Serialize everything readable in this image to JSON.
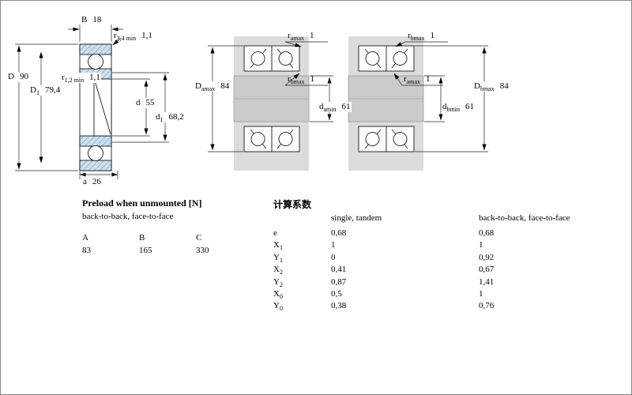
{
  "drawing_single": {
    "dims": {
      "B": {
        "base": "B",
        "value": "18"
      },
      "r34": {
        "base": "r",
        "sub": "3,4 min",
        "value": "1,1"
      },
      "D": {
        "base": "D",
        "value": "90"
      },
      "D1": {
        "base": "D",
        "sub": "1",
        "value": "79,4"
      },
      "r12": {
        "base": "r",
        "sub": "1,2 min",
        "value": "1,1"
      },
      "d": {
        "base": "d",
        "value": "55"
      },
      "d1": {
        "base": "d",
        "sub": "1",
        "value": "68,2"
      },
      "a": {
        "base": "a",
        "value": "26"
      }
    }
  },
  "drawing_arr1": {
    "dims": {
      "ra_top": {
        "base": "r",
        "sub": "amax",
        "value": "1"
      },
      "Da": {
        "base": "D",
        "sub": "amax",
        "value": "84"
      },
      "rb_mid": {
        "base": "r",
        "sub": "bmax",
        "value": "1"
      },
      "da": {
        "base": "d",
        "sub": "amin",
        "value": "61"
      }
    }
  },
  "drawing_arr2": {
    "dims": {
      "rb_top": {
        "base": "r",
        "sub": "bmax",
        "value": "1"
      },
      "ra_mid": {
        "base": "r",
        "sub": "amax",
        "value": "1"
      },
      "Db": {
        "base": "D",
        "sub": "bmax",
        "value": "84"
      },
      "db": {
        "base": "d",
        "sub": "bmin",
        "value": "61"
      }
    }
  },
  "preload": {
    "title": "Preload when unmounted [N]",
    "subtitle": "back-to-back, face-to-face",
    "columns": [
      "A",
      "B",
      "C"
    ],
    "values": [
      "83",
      "165",
      "330"
    ]
  },
  "factors": {
    "title": "计算系数",
    "col1_header": "single, tandem",
    "col2_header": "back-to-back, face-to-face",
    "rows": [
      {
        "base": "e",
        "sub": "",
        "v1": "0,68",
        "v2": "0,68"
      },
      {
        "base": "X",
        "sub": "1",
        "v1": "1",
        "v2": "1"
      },
      {
        "base": "Y",
        "sub": "1",
        "v1": "0",
        "v2": "0,92"
      },
      {
        "base": "X",
        "sub": "2",
        "v1": "0,41",
        "v2": "0,67"
      },
      {
        "base": "Y",
        "sub": "2",
        "v1": "0,87",
        "v2": "1,41"
      },
      {
        "base": "X",
        "sub": "0",
        "v1": "0,5",
        "v2": "1"
      },
      {
        "base": "Y",
        "sub": "0",
        "v1": "0,38",
        "v2": "0,76"
      }
    ]
  },
  "colors": {
    "hatch_fill": "#cfe2ef",
    "hatch_line": "#6f9dc0",
    "arrangement_bg": "#dcdcdc",
    "arrangement_band": "#cbcbcb"
  }
}
